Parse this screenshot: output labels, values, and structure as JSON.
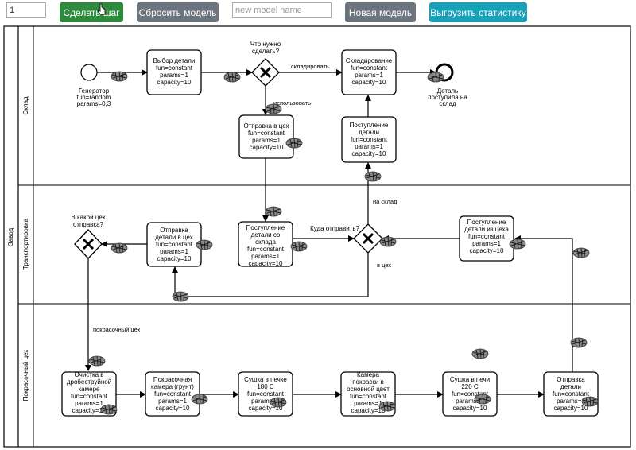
{
  "toolbar": {
    "step_value": "1",
    "step_button": "Сделать шаг",
    "reset_button": "Сбросить модель",
    "model_name_placeholder": "new model name",
    "new_model_button": "Новая модель",
    "export_button": "Выгрузить статистику"
  },
  "pool": {
    "label": "Завод"
  },
  "lanes": {
    "warehouse": "Склад",
    "transport": "Транспортировка",
    "paint": "Покрасочный цех"
  },
  "events": {
    "start": [
      "Генератор",
      "fun=random",
      "params=0,3"
    ],
    "end": [
      "Деталь",
      "поступила на",
      "склад"
    ]
  },
  "tasks": {
    "select_part": [
      "Выбор детали",
      "fun=constant",
      "params=1",
      "capacity=10"
    ],
    "store": [
      "Складирование",
      "fun=constant",
      "params=1",
      "capacity=10"
    ],
    "send_to_shop": [
      "Отправка в цех",
      "fun=constant",
      "params=1",
      "capacity=10"
    ],
    "receive_part": [
      "Поступление",
      "детали",
      "fun=constant",
      "params=1",
      "capacity=10"
    ],
    "send_part_to_shop": [
      "Отправка",
      "детали в цех",
      "fun=constant",
      "params=1",
      "capacity=10"
    ],
    "receive_from_warehouse": [
      "Поступление",
      "детали со",
      "склада",
      "fun=constant",
      "params=1",
      "capacity=10"
    ],
    "receive_from_shop": [
      "Поступление",
      "детали из цеха",
      "fun=constant",
      "params=1",
      "capacity=10"
    ],
    "blast_clean": [
      "Очистка в",
      "дробеструйной",
      "камере",
      "fun=constant",
      "params=1",
      "capacity=10"
    ],
    "paint_chamber": [
      "Покрасочная",
      "камера (грунт)",
      "fun=constant",
      "params=1",
      "capacity=10"
    ],
    "oven_180": [
      "Сушка в печке",
      "180 С",
      "fun=constant",
      "params=1",
      "capacity=10"
    ],
    "main_color": [
      "Камера",
      "покраски в",
      "основной цвет",
      "fun=constant",
      "params=1",
      "capacity=10"
    ],
    "oven_220": [
      "Сушка в печи",
      "220 С",
      "fun=constant",
      "params=1",
      "capacity=10"
    ],
    "send_part": [
      "Отправка",
      "детали",
      "fun=constant",
      "params=1",
      "capacity=10"
    ]
  },
  "gateways": {
    "what_to_do": [
      "Что нужно",
      "сделать?"
    ],
    "where_to_send": [
      "Куда отправить?"
    ],
    "which_shop": [
      "В какой цех",
      "отправка?"
    ]
  },
  "edge_labels": {
    "store": "складировать",
    "use": "использовать",
    "to_warehouse": "на склад",
    "to_shop": "в цех",
    "paint_shop": "покрасочный цех"
  }
}
